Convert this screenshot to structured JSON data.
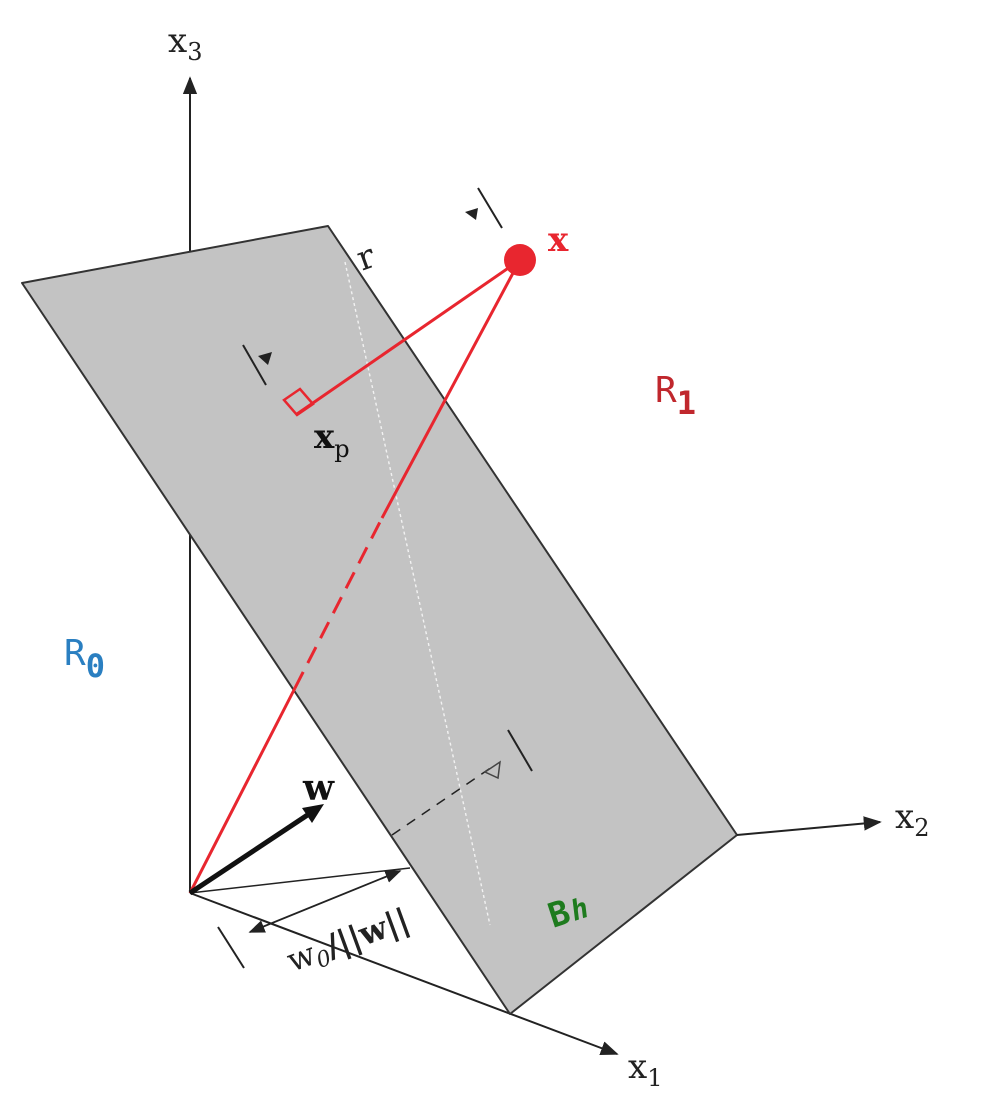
{
  "labels": {
    "x1_base": "x",
    "x1_sub": "1",
    "x2_base": "x",
    "x2_sub": "2",
    "x3_base": "x",
    "x3_sub": "3",
    "point_x": "x",
    "xp_base": "x",
    "xp_sub": "p",
    "r": "r",
    "w": "w",
    "w0_base": "w",
    "w0_sub": "0",
    "w0_norm": "/||w||",
    "R1_base": "R",
    "R1_sub": "1",
    "R0_base": "R",
    "R0_sub": "0",
    "Bh_base": "B",
    "Bh_sub": "h"
  },
  "colors": {
    "plane_fill": "#c3c3c3",
    "plane_edge": "#333333",
    "axis": "#222222",
    "red": "#e8262f",
    "R1": "#c0272d",
    "R0": "#2a7fc1",
    "Bh": "#1e7b1e",
    "guide_line": "#f2f2f2"
  }
}
